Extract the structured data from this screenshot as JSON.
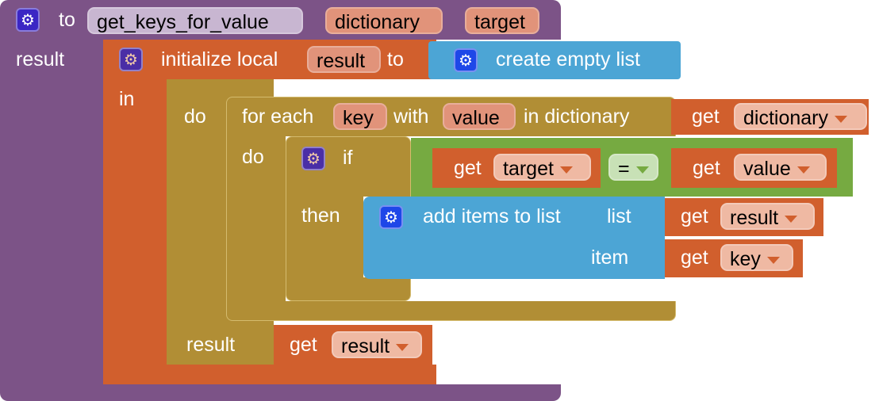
{
  "procedure": {
    "keyword": "to",
    "name": "get_keys_for_value",
    "params": [
      "dictionary",
      "target"
    ],
    "result_label": "result"
  },
  "init_local": {
    "label": "initialize local",
    "var": "result",
    "to": "to",
    "in": "in"
  },
  "create_list": {
    "label": "create empty list"
  },
  "do_block": {
    "do": "do",
    "result": "result"
  },
  "get_result_final": {
    "get": "get",
    "var": "result"
  },
  "for_each": {
    "for_each": "for each",
    "key": "key",
    "with": "with",
    "value": "value",
    "in_dictionary": "in dictionary",
    "do": "do"
  },
  "get_dictionary": {
    "get": "get",
    "var": "dictionary"
  },
  "if_block": {
    "if": "if",
    "then": "then"
  },
  "compare": {
    "left_get": "get",
    "left_var": "target",
    "op": "=",
    "right_get": "get",
    "right_var": "value"
  },
  "add_items": {
    "label": "add items to list",
    "list": "list",
    "item": "item"
  },
  "get_list": {
    "get": "get",
    "var": "result"
  },
  "get_item": {
    "get": "get",
    "var": "key"
  },
  "colors": {
    "procedure": "#7c5387",
    "variables": "#d15f2d",
    "control": "#b18e35",
    "logic": "#76aa41",
    "lists": "#4ca5d5"
  }
}
